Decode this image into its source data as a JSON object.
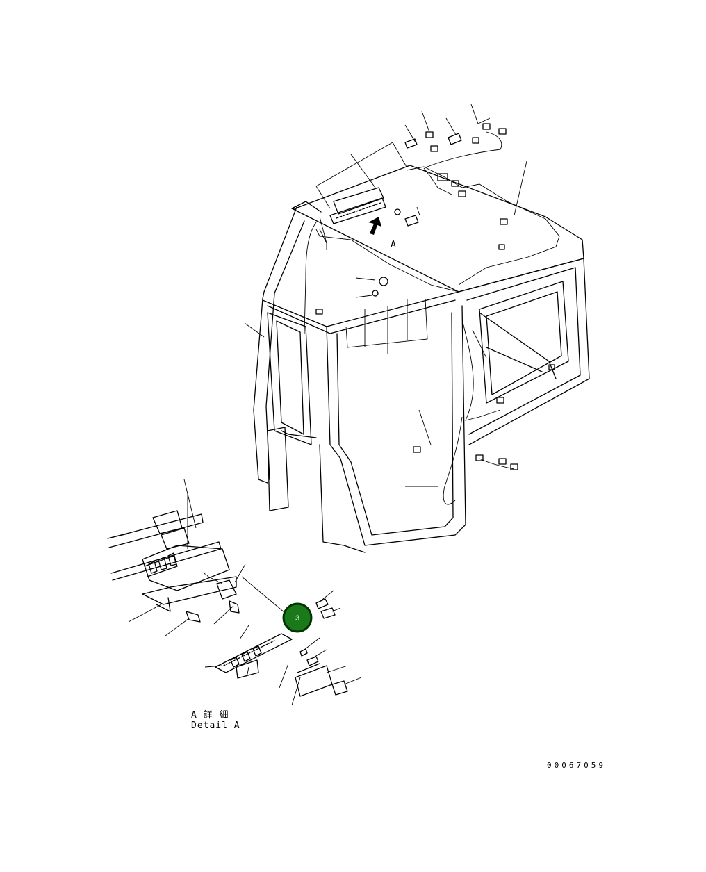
{
  "view_label": "A",
  "detail": {
    "jp": "A 詳 細",
    "en": "Detail A"
  },
  "drawing_number": "00067059",
  "callout": {
    "number": "3",
    "fill": "#1a7a1a",
    "stroke": "#003300"
  }
}
